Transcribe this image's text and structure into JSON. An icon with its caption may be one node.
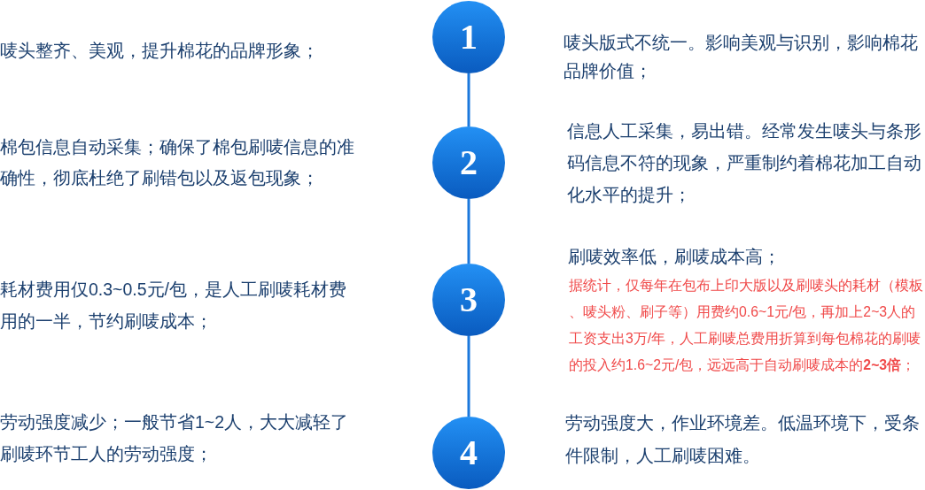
{
  "diagram": {
    "nodes": [
      {
        "text": [
          "1"
        ]
      },
      {
        "text": [
          "2"
        ]
      },
      {
        "text": [
          "3"
        ]
      },
      {
        "text": [
          "4"
        ]
      }
    ],
    "edges": [
      {
        "from": 0,
        "to": 1,
        "arrow": "none"
      },
      {
        "from": 1,
        "to": 2,
        "arrow": "none"
      },
      {
        "from": 2,
        "to": 3,
        "arrow": "none"
      }
    ],
    "labels": [
      "唛头整齐、美观，提升棉花的品牌形象；",
      "唛头版式不统一。影响美观与识别，影响棉花品牌价值；",
      "棉包信息自动采集；确保了棉包刷唛信息的准确性，彻底杜绝了刷错包以及返包现象；",
      "信息人工采集，易出错。经常发生唛头与条形码信息不符的现象，严重制约着棉花加工自动化水平的提升；",
      "耗材费用仅0.3~0.5元/包，是人工刷唛耗材费用的一半，节约刷唛成本；",
      "刷唛效率低，刷唛成本高；",
      "据统计，仅每年在包布上印大版以及刷唛头的耗材（模板、唛头粉、刷子等）用费约0.6~1元/包，再加上2~3人的工资支出3万/年，人工刷唛总费用折算到每包棉花的刷唛的投入约1.6~2元/包，远远高于自动刷唛成本的**2~3倍**；",
      "劳动强度减少；一般节省1~2人，大大减轻了刷唛环节工人的劳动强度；",
      "劳动强度大，作业环境差。低温环境下，受条件限制，人工刷唛困难。"
    ]
  }
}
